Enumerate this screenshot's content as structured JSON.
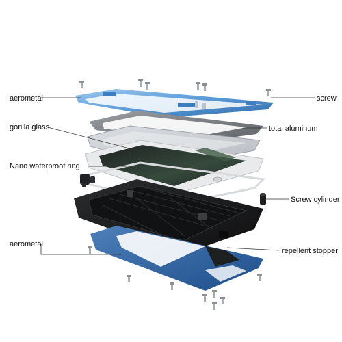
{
  "labels": {
    "aerometal_top": "aerometal",
    "gorilla_glass": "gorilla glass",
    "nano_ring": "Nano waterproof ring",
    "aerometal_bottom": "aerometal",
    "screw": "screw",
    "total_aluminum": "total aluminum",
    "screw_cylinder": "Screw cylinder",
    "repellent_stopper": "repellent stopper"
  },
  "colors": {
    "frame_blue": "#6aa9e0",
    "frame_blue_dark": "#3f7dbf",
    "aluminum_plate": "#7d8288",
    "glass": "#c9ccd1",
    "phone_body": "#e9eaec",
    "phone_screen": "#2e3433",
    "ring": "#f4f4f4",
    "rubber": "#1b1b1c",
    "leader_line": "#333333"
  }
}
